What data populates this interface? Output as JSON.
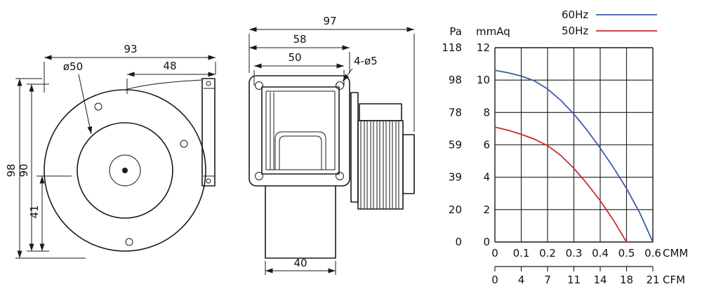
{
  "page": {
    "background": "#ffffff",
    "line_color": "#1a1a1a"
  },
  "drawing": {
    "front_view": {
      "dim_overall_width": "93",
      "dim_center_to_flange": "48",
      "dim_inlet_diameter": "ø50",
      "dim_overall_height": "98",
      "dim_inner_height": "90",
      "dim_center_to_bottom": "41"
    },
    "side_view": {
      "dim_overall_depth": "97",
      "dim_flange_width": "58",
      "dim_opening_width": "50",
      "dim_mounting_holes": "4-ø5",
      "dim_outlet_width": "40"
    }
  },
  "chart_data": {
    "type": "line",
    "grid": true,
    "legend_position": "top-right",
    "y_axis_pa": {
      "label": "Pa",
      "ticks": [
        "118",
        "98",
        "78",
        "59",
        "39",
        "20",
        "0"
      ]
    },
    "y_axis_mmaq": {
      "label": "mmAq",
      "ticks": [
        "12",
        "10",
        "8",
        "6",
        "4",
        "2",
        "0"
      ],
      "range": [
        0,
        12
      ]
    },
    "x_axis_cmm": {
      "label": "CMM",
      "ticks": [
        "0",
        "0.1",
        "0.2",
        "0.3",
        "0.4",
        "0.5",
        "0.6"
      ],
      "range": [
        0,
        0.6
      ]
    },
    "x_axis_cfm": {
      "label": "CFM",
      "ticks": [
        "0",
        "4",
        "7",
        "11",
        "14",
        "18",
        "21"
      ]
    },
    "series": [
      {
        "name": "60Hz",
        "color": "#3c5ca8",
        "points": [
          [
            0,
            10.6
          ],
          [
            0.05,
            10.45
          ],
          [
            0.1,
            10.25
          ],
          [
            0.15,
            9.95
          ],
          [
            0.2,
            9.45
          ],
          [
            0.25,
            8.75
          ],
          [
            0.3,
            7.9
          ],
          [
            0.35,
            6.9
          ],
          [
            0.4,
            5.8
          ],
          [
            0.45,
            4.6
          ],
          [
            0.5,
            3.3
          ],
          [
            0.55,
            1.8
          ],
          [
            0.6,
            0
          ]
        ]
      },
      {
        "name": "50Hz",
        "color": "#cc2c2c",
        "points": [
          [
            0,
            7.1
          ],
          [
            0.05,
            6.9
          ],
          [
            0.1,
            6.65
          ],
          [
            0.15,
            6.35
          ],
          [
            0.2,
            5.95
          ],
          [
            0.25,
            5.35
          ],
          [
            0.3,
            4.55
          ],
          [
            0.35,
            3.6
          ],
          [
            0.4,
            2.55
          ],
          [
            0.45,
            1.35
          ],
          [
            0.5,
            0
          ]
        ]
      }
    ]
  }
}
